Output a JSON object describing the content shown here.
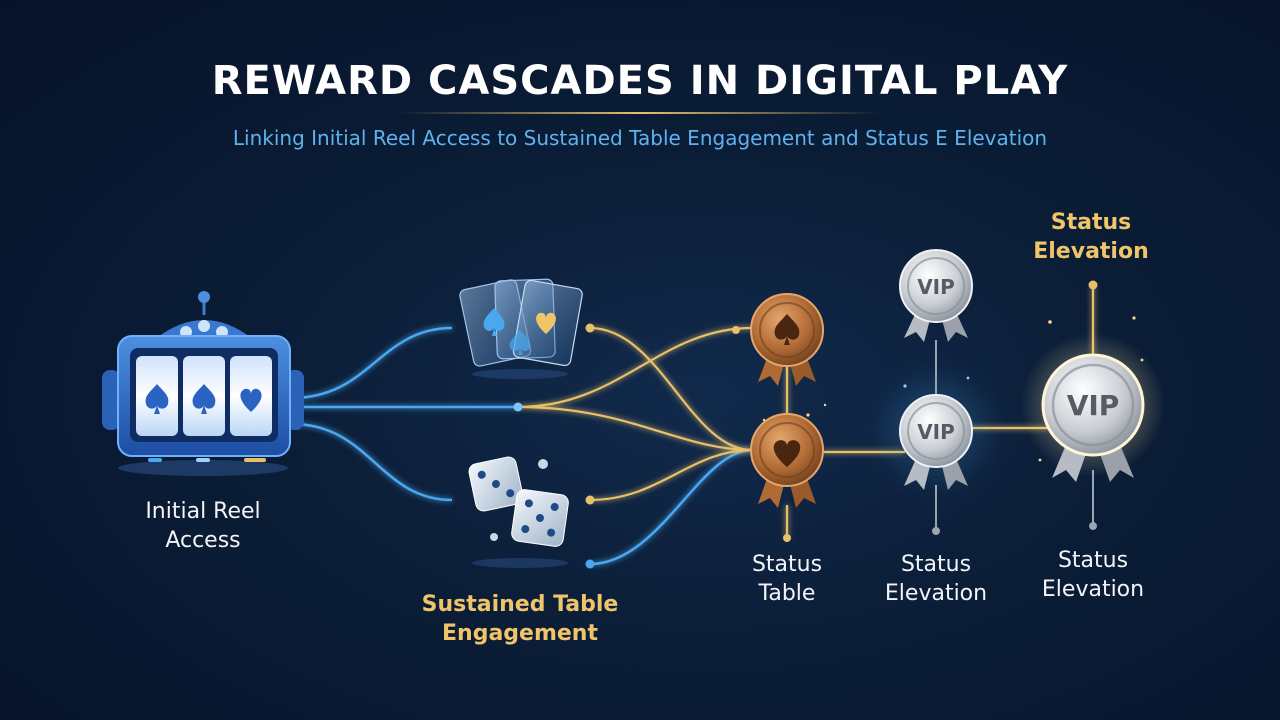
{
  "title": "REWARD CASCADES IN DIGITAL PLAY",
  "subtitle": "Linking Initial Reel Access to Sustained Table Engagement and Status E Elevation",
  "labels": {
    "initial_reel": "Initial Reel\nAccess",
    "sustained_table": "Sustained Table\nEngagement",
    "status_table": "Status\nTable",
    "status_elevation_mid": "Status\nElevation",
    "status_elevation_bottom": "Status\nElevation",
    "status_elevation_top": "Status\nElevation"
  },
  "badges": {
    "vip_top": "VIP",
    "vip_mid": "VIP",
    "vip_big": "VIP"
  },
  "icons": {
    "slot": "slot-machine-icon",
    "cards": "playing-cards-icon",
    "dice": "dice-icon",
    "bronze_spade": "bronze-spade-medal-icon",
    "bronze_heart": "bronze-heart-medal-icon"
  },
  "colors": {
    "blue_flow": "#4aa8f0",
    "gold_flow": "#e8c06a",
    "title": "#ffffff",
    "subtitle": "#5fb2ee",
    "gold_label": "#f0c468"
  }
}
